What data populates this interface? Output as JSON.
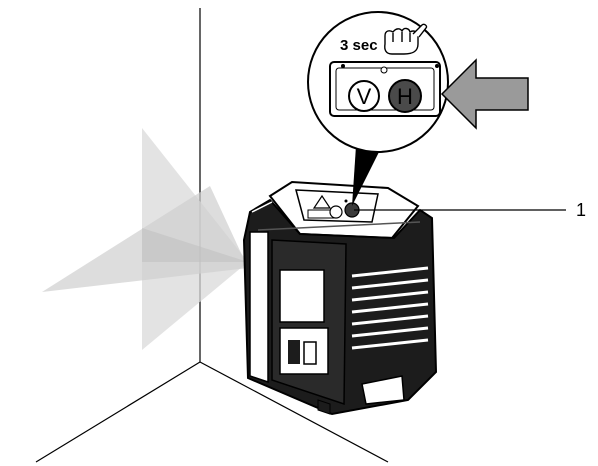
{
  "callout": {
    "hold_time": "3 sec",
    "buttons": [
      {
        "letter": "V",
        "state": "released"
      },
      {
        "letter": "H",
        "state": "pressed"
      }
    ]
  },
  "reference_number": "1",
  "colors": {
    "line": "#000000",
    "laser_plane": "#d8d8d8",
    "housing": "#1c1c1c",
    "pressed_button": "#4a4a4a",
    "arrow": "#9a9a9a"
  },
  "icons": [
    "pointing-hand-icon",
    "push-arrow-icon",
    "laser-warning-icon"
  ]
}
